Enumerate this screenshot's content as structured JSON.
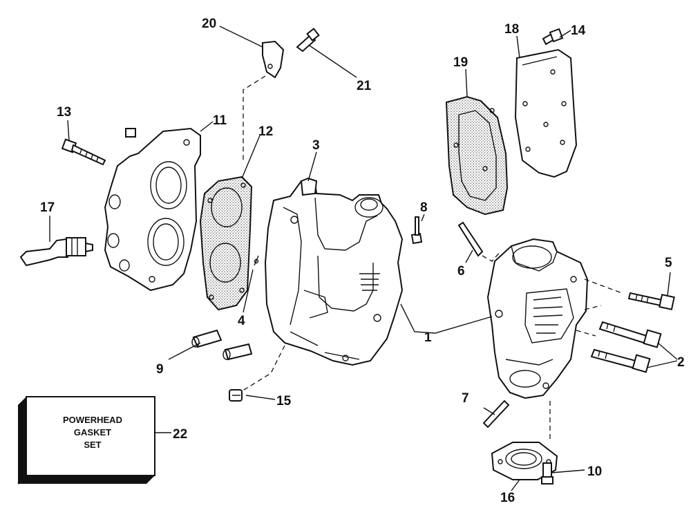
{
  "callouts": {
    "c1": "1",
    "c2": "2",
    "c3": "3",
    "c4": "4",
    "c5": "5",
    "c6": "6",
    "c7": "7",
    "c8": "8",
    "c9": "9",
    "c10": "10",
    "c11": "11",
    "c12": "12",
    "c13": "13",
    "c14": "14",
    "c15": "15",
    "c16": "16",
    "c17": "17",
    "c18": "18",
    "c19": "19",
    "c20": "20",
    "c21": "21",
    "c22": "22"
  },
  "gasket_set_box": {
    "line1": "POWERHEAD",
    "line2": "GASKET",
    "line3": "SET"
  },
  "colors": {
    "ink": "#111111",
    "paper": "#ffffff"
  }
}
